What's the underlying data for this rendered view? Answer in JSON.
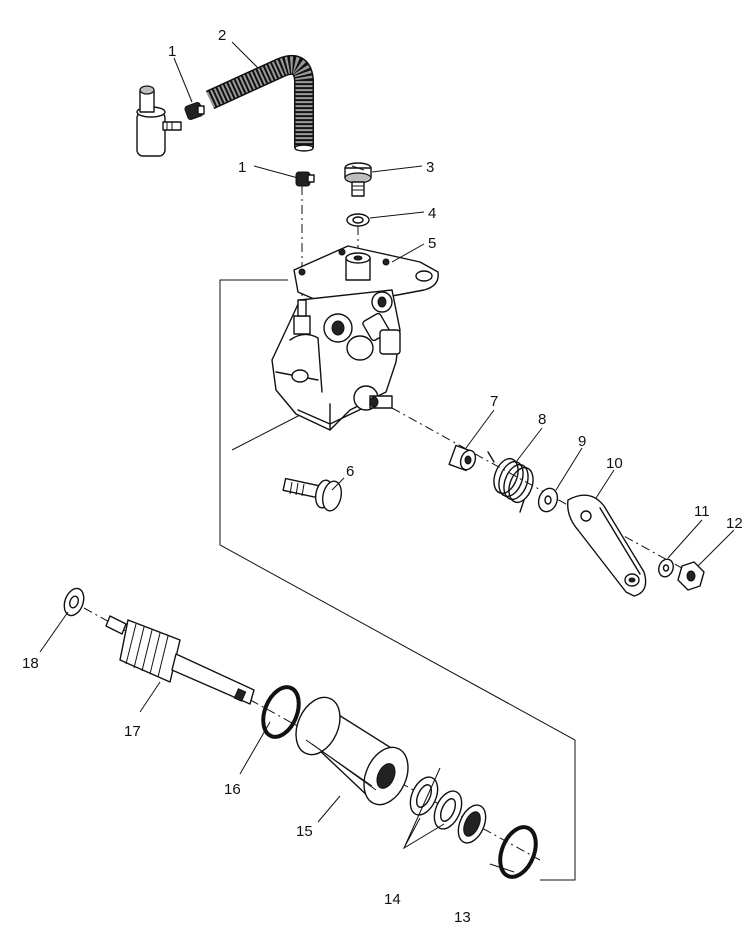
{
  "callouts": {
    "c1a": "1",
    "c2": "2",
    "c1b": "1",
    "c3": "3",
    "c4": "4",
    "c5": "5",
    "c6": "6",
    "c7": "7",
    "c8": "8",
    "c9": "9",
    "c10": "10",
    "c11": "11",
    "c12": "12",
    "c13": "13",
    "c14": "14",
    "c15": "15",
    "c16": "16",
    "c17": "17",
    "c18": "18"
  }
}
